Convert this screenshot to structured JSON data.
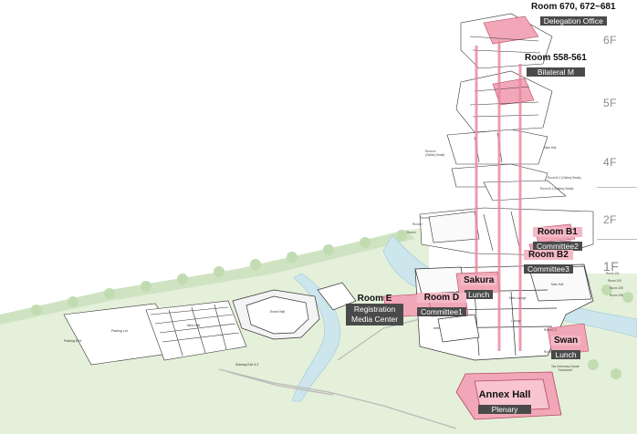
{
  "floors": {
    "f6": "6F",
    "f5": "5F",
    "f4": "4F",
    "f2": "2F",
    "f1": "1F"
  },
  "callouts": {
    "delegation": {
      "title": "Room 670, 672~681",
      "sub": "Delegation Office"
    },
    "bilateral": {
      "title": "Room 558-561",
      "sub": "Bilateral M"
    },
    "room_b1": {
      "title": "Room B1",
      "sub": "Committee2"
    },
    "room_b2": {
      "title": "Room B2",
      "sub": "Committee3"
    },
    "sakura": {
      "title": "Sakura",
      "sub": "Lunch"
    },
    "room_e": {
      "title": "Room E",
      "sub": "Registration\nMedia Center"
    },
    "room_d": {
      "title": "Room D",
      "sub": "Committee1"
    },
    "swan": {
      "title": "Swan",
      "sub": "Lunch"
    },
    "annex": {
      "title": "Annex Hall",
      "sub": "Plenary"
    }
  },
  "small_labels": {
    "parking_lot_1": "Parking Lot",
    "parking_lot_2": "Parking Lot",
    "parking_exit": "Parking Exit",
    "new_hall": "New Hall",
    "event_hall": "Event Hall",
    "subway_exit": "Subway Exit 4-2",
    "main_hall_4f": "Main Hall",
    "room_a_4f": "Room A\n(Gallery Seats)",
    "room_b1_gallery": "Room B-1 (Gallery Seats)",
    "room_b2_gallery": "Room B-2 (Gallery Seats)",
    "room_k": "Room K",
    "room_j": "Room J",
    "room_i": "Room I",
    "main_hall_1f": "Main Hall",
    "room_101": "Room 101",
    "room_104": "Room 104",
    "room_105": "Room 105",
    "room_106": "Room 106",
    "tea_house": "Tea Ceremony House\n\"Houshoan\"",
    "lounge": "Lounge",
    "main_lounge": "Main Lounge",
    "room_c1": "Room C-1",
    "room_c2": "Room C-2"
  },
  "colors": {
    "ground": "#dfeed3",
    "water": "#cfe6ee",
    "highlight": "#f2a7b8",
    "elevator": "#e8859c"
  }
}
